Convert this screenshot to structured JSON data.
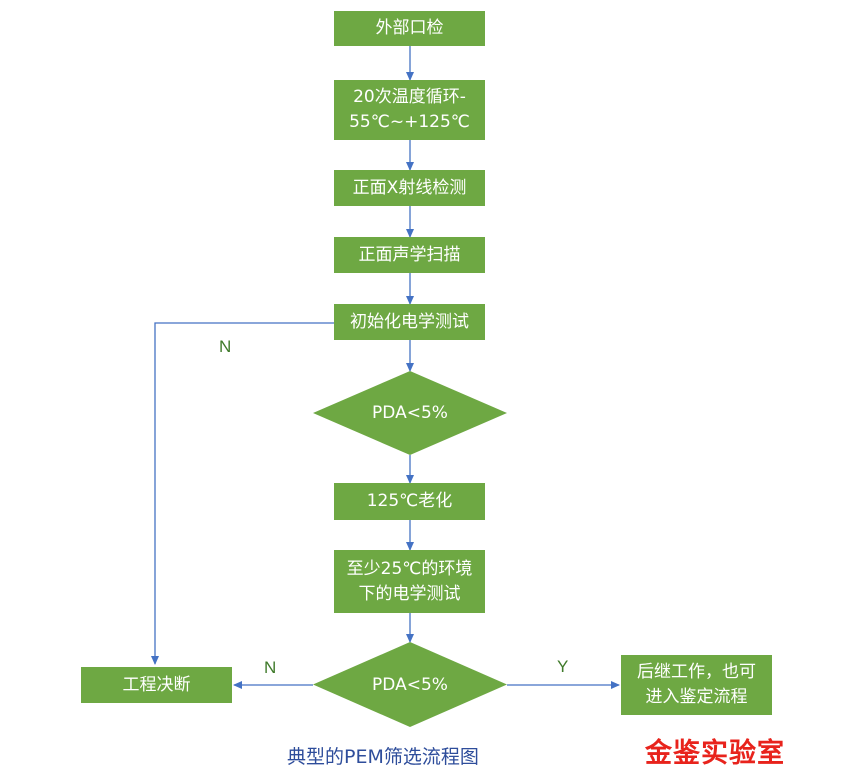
{
  "flow": {
    "step1": "外部口检",
    "step2_line1": "20次温度循环-",
    "step2_line2": "55℃~+125℃",
    "step3": "正面X射线检测",
    "step4": "正面声学扫描",
    "step5": "初始化电学测试",
    "decision1": "PDA<5%",
    "step6": "125℃老化",
    "step7_line1": "至少25℃的环境",
    "step7_line2": "下的电学测试",
    "decision2": "PDA<5%",
    "fail_box": "工程决断",
    "pass_box_line1": "后继工作，也可",
    "pass_box_line2": "进入鉴定流程"
  },
  "labels": {
    "n_upper": "N",
    "n_lower": "N",
    "y": "Y"
  },
  "colors": {
    "box_fill": "#6ea843",
    "arrow": "#4472c4",
    "caption": "#2e4d9b",
    "watermark": "#e8231c"
  },
  "caption": "典型的PEM筛选流程图",
  "watermark": "金鉴实验室"
}
